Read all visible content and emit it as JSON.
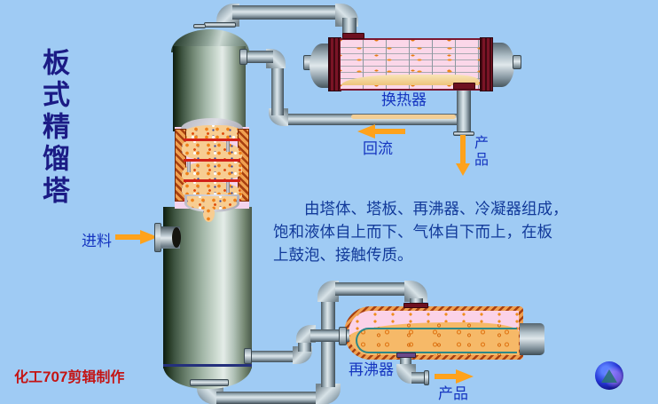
{
  "title": "板式精馏塔",
  "description": {
    "lines": [
      "由塔体、塔板、再沸器、冷凝器组成，",
      "饱和液体自上而下、气体自下而上，在板",
      "上鼓泡、接触传质。"
    ]
  },
  "labels": {
    "heat_exchanger": "换热器",
    "reflux": "回流",
    "product_top": "产品",
    "feed": "进料",
    "reboiler": "再沸器",
    "product_bottom": "产品"
  },
  "credit": {
    "prefix": "化工",
    "number": "707",
    "suffix": "剪辑制作"
  },
  "icons": {
    "bottom_right_button": "globe-icon",
    "flow_arrows": [
      "left-arrow",
      "down-arrow",
      "right-arrow"
    ]
  },
  "colors": {
    "background": "#9fcbf4",
    "title_text": "#1b1b85",
    "label_text": "#1535c0",
    "description_text": "#123a9a",
    "credit_text": "#c41414",
    "arrow_orange": "#ffa21c",
    "vessel_maroon": "#6e1020",
    "tray_red": "#d22018",
    "shell_pink": "#fbd7e9",
    "liquid_tan": "#f2ce96",
    "reboiler_liquid": "#f6b968",
    "hatch_orange": "#f0a050"
  }
}
